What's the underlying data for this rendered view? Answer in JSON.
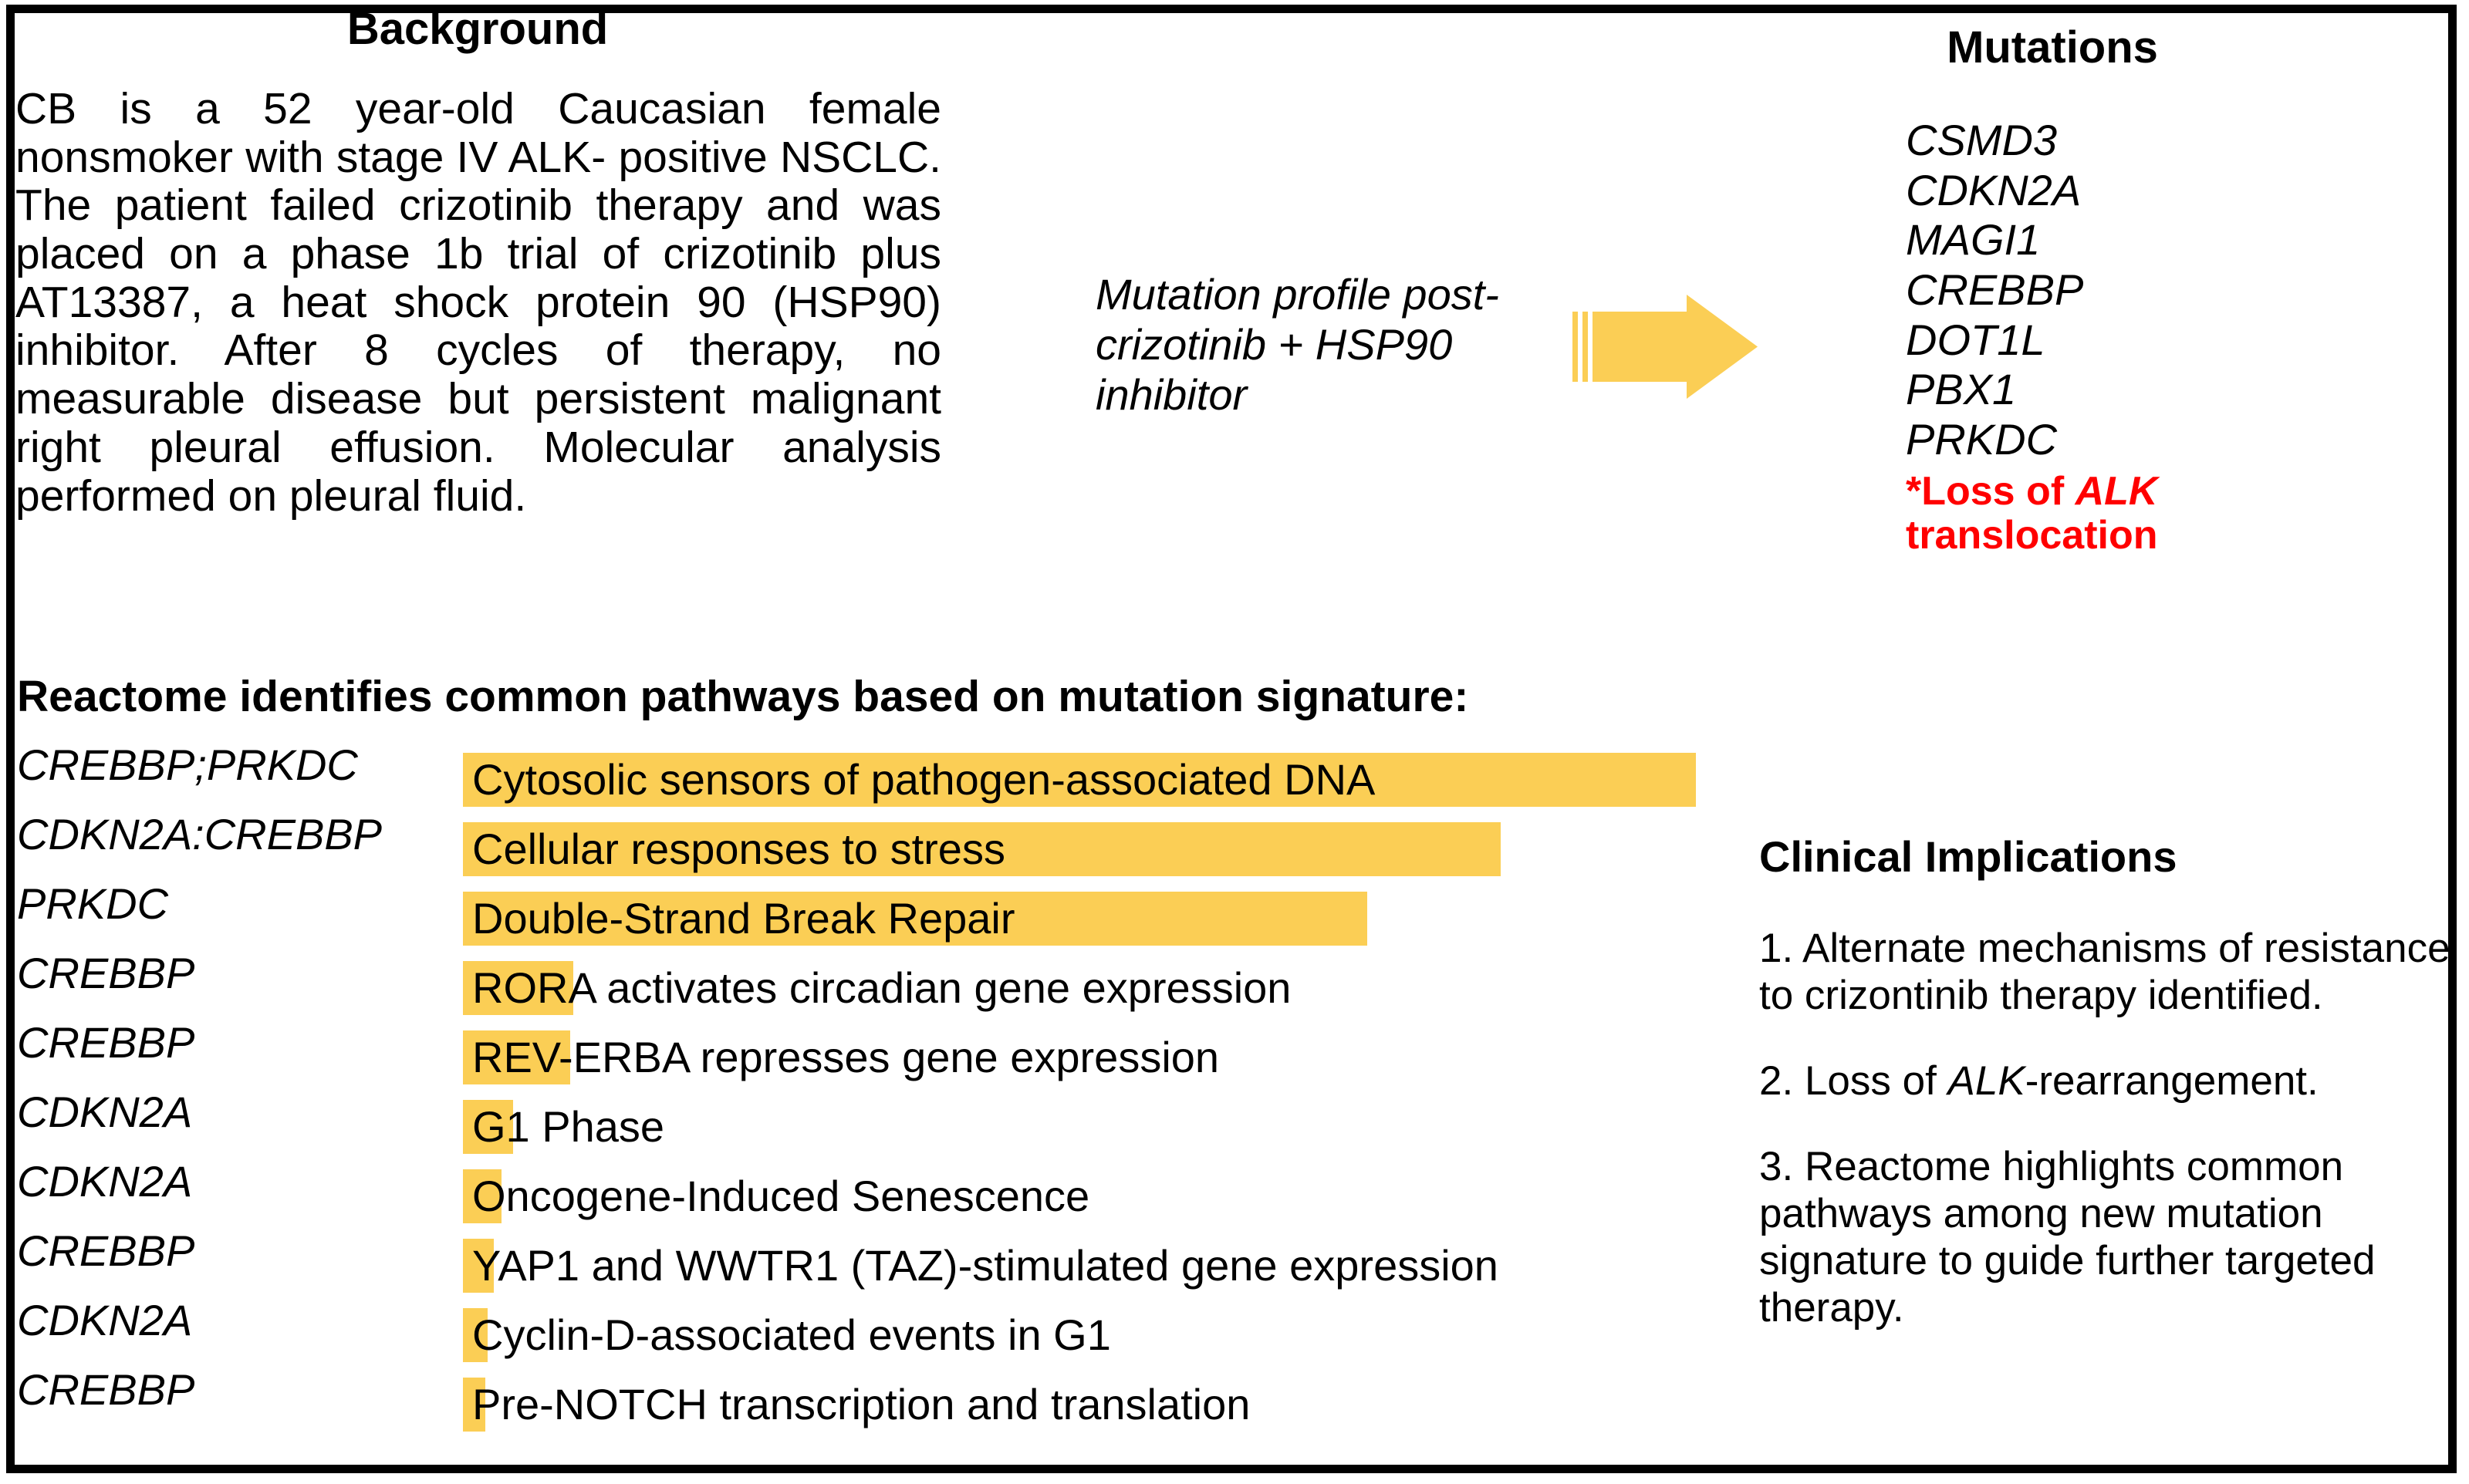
{
  "background": {
    "title": "Background",
    "body": "CB is a 52 year-old Caucasian female nonsmoker with stage IV ALK- positive NSCLC. The patient failed crizotinib therapy and was placed on a phase 1b trial of crizotinib plus AT13387, a heat shock protein 90 (HSP90) inhibitor. After 8 cycles of therapy, no measurable disease but persistent malignant right pleural effusion. Molecular analysis performed on pleural fluid."
  },
  "transition": {
    "label": "Mutation profile post-crizotinib + HSP90 inhibitor",
    "arrow_icon": "right-arrow-icon",
    "arrow_color": "#FBCE55"
  },
  "mutations": {
    "title": "Mutations",
    "genes": [
      "CSMD3",
      "CDKN2A",
      "MAGI1",
      "CREBBP",
      "DOT1L",
      "PBX1",
      "PRKDC"
    ],
    "alert_prefix": "*Loss of ",
    "alert_gene": "ALK",
    "alert_suffix": " translocation",
    "alert_color": "#FF0000"
  },
  "reactome": {
    "heading": "Reactome identifies common pathways based on mutation signature:",
    "bar_color": "#FBCE55"
  },
  "chart_data": {
    "type": "bar",
    "title": "Reactome identifies common pathways based on mutation signature:",
    "xlabel": "",
    "ylabel": "",
    "orientation": "horizontal",
    "categories": [
      "Cytosolic sensors of pathogen-associated DNA",
      "Cellular responses to stress",
      "Double-Strand Break Repair",
      "RORA activates circadian gene expression",
      "REV-ERBA represses gene expression",
      "G1 Phase",
      "Oncogene-Induced Senescence",
      "YAP1 and WWTR1 (TAZ)-stimulated gene expression",
      "Cyclin-D-associated events in G1",
      "Pre-NOTCH transcription and translation"
    ],
    "group_labels": [
      "CREBBP;PRKDC",
      "CDKN2A:CREBBP",
      "PRKDC",
      "CREBBP",
      "CREBBP",
      "CDKN2A",
      "CDKN2A",
      "CREBBP",
      "CDKN2A",
      "CREBBP"
    ],
    "values": [
      1598,
      1345,
      1172,
      143,
      139,
      65,
      50,
      40,
      32,
      29
    ],
    "bar_pixel_widths": [
      1598,
      1345,
      1172,
      143,
      139,
      65,
      50,
      40,
      32,
      29
    ],
    "bar_color": "#FBCE55",
    "grid": false,
    "legend": "none"
  },
  "clinical": {
    "title": "Clinical Implications",
    "items": [
      {
        "num": "1. ",
        "pre": "Alternate mechanisms of resistance to crizontinib therapy identified.",
        "em": "",
        "post": ""
      },
      {
        "num": "2. ",
        "pre": "Loss of ",
        "em": "ALK",
        "post": "-rearrangement."
      },
      {
        "num": "3. ",
        "pre": "Reactome highlights common pathways among new mutation signature to guide further targeted therapy.",
        "em": "",
        "post": ""
      }
    ]
  }
}
